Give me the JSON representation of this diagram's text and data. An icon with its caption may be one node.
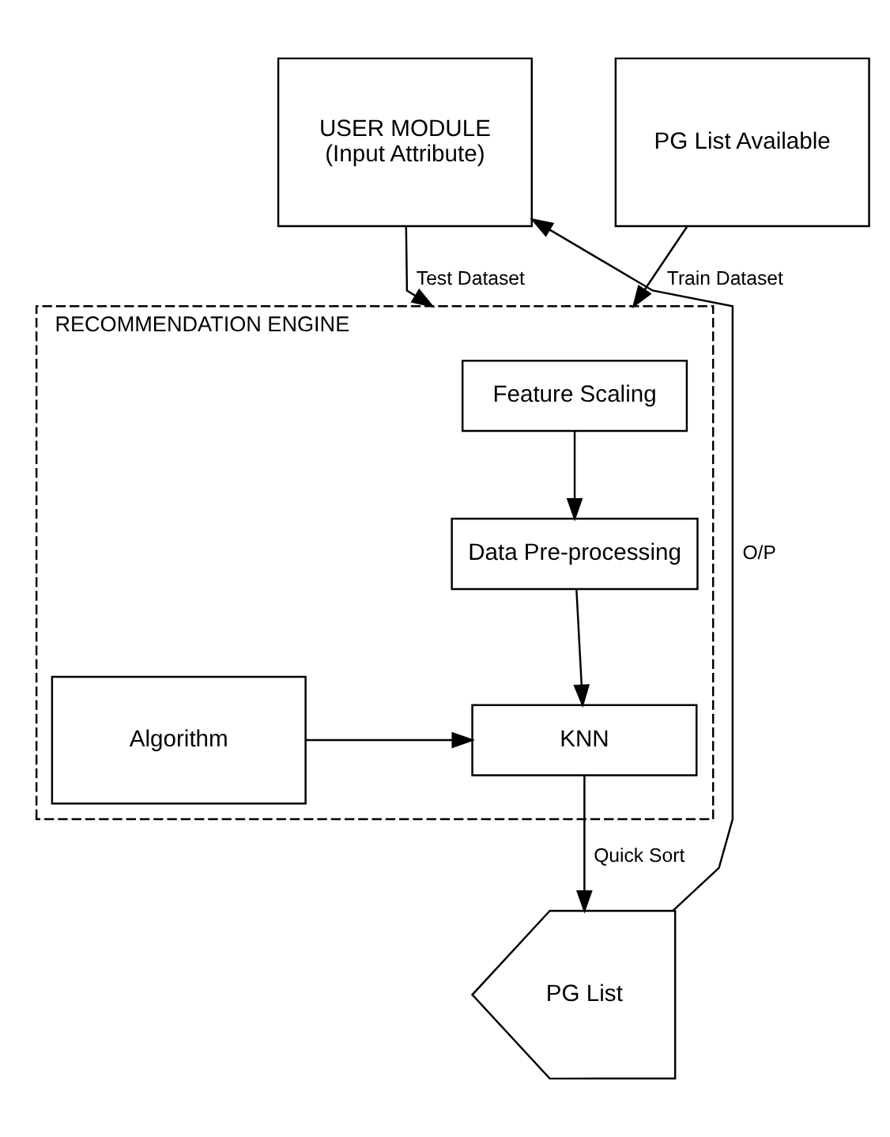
{
  "diagram": {
    "nodes": [
      {
        "text": [
          "USER MODULE",
          "(Input Attribute)"
        ]
      },
      {
        "text": [
          "PG List Available"
        ]
      },
      {
        "text": [
          "RECOMMENDATION ENGINE"
        ]
      },
      {
        "text": [
          "Feature Scaling"
        ],
        "in": 2
      },
      {
        "text": [
          "Data Pre-processing"
        ],
        "in": 2
      },
      {
        "text": [
          "Algorithm"
        ],
        "in": 2
      },
      {
        "text": [
          "KNN"
        ],
        "in": 2
      },
      {
        "text": [
          "PG List"
        ]
      }
    ],
    "edges": [
      {
        "from": 0,
        "to": 2,
        "arrow": "to",
        "label": "Test Dataset"
      },
      {
        "from": 1,
        "to": 2,
        "arrow": "to",
        "label": "Train Dataset"
      },
      {
        "from": 3,
        "to": 4,
        "arrow": "to"
      },
      {
        "from": 4,
        "to": 6,
        "arrow": "to"
      },
      {
        "from": 5,
        "to": 6,
        "arrow": "to"
      },
      {
        "from": 6,
        "to": 7,
        "arrow": "to",
        "label": "Quick Sort"
      },
      {
        "from": 7,
        "to": 0,
        "arrow": "to",
        "label": "O/P"
      }
    ]
  }
}
